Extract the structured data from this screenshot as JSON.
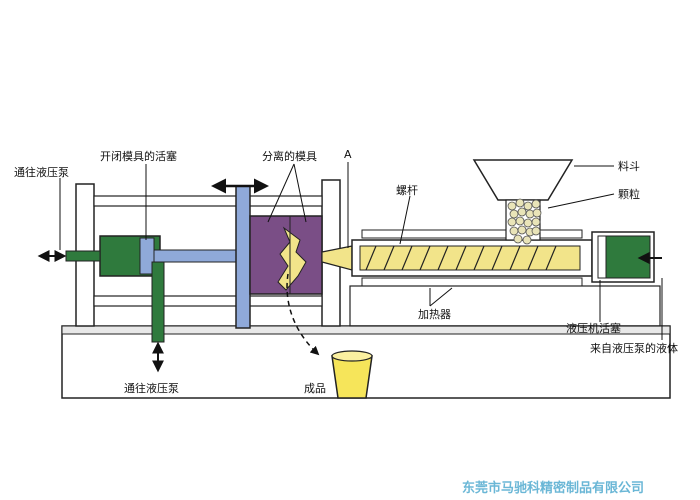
{
  "labels": {
    "to_pump_left": "通往液压泵",
    "piston_open_close": "开闭模具的活塞",
    "separated_mold": "分离的模具",
    "point_a": "A",
    "screw": "螺杆",
    "hopper": "料斗",
    "granules": "颗粒",
    "heater": "加热器",
    "to_pump_bottom": "通往液压泵",
    "product": "成品",
    "hydraulic_piston": "液压机活塞",
    "fluid_from_pump": "来自液压泵的液体"
  },
  "watermark": "东莞市马驰科精密制品有限公司",
  "colors": {
    "outline": "#222222",
    "machine_fill": "#ffffff",
    "hydraulic_green": "#2f7a3d",
    "ram_blue": "#8fa9d9",
    "mold_purple": "#7a4e86",
    "plastic_yellow": "#f2e48a",
    "cup_yellow": "#f6e55a",
    "granule": "#e9e4b8",
    "watermark": "#6bb7d6"
  }
}
